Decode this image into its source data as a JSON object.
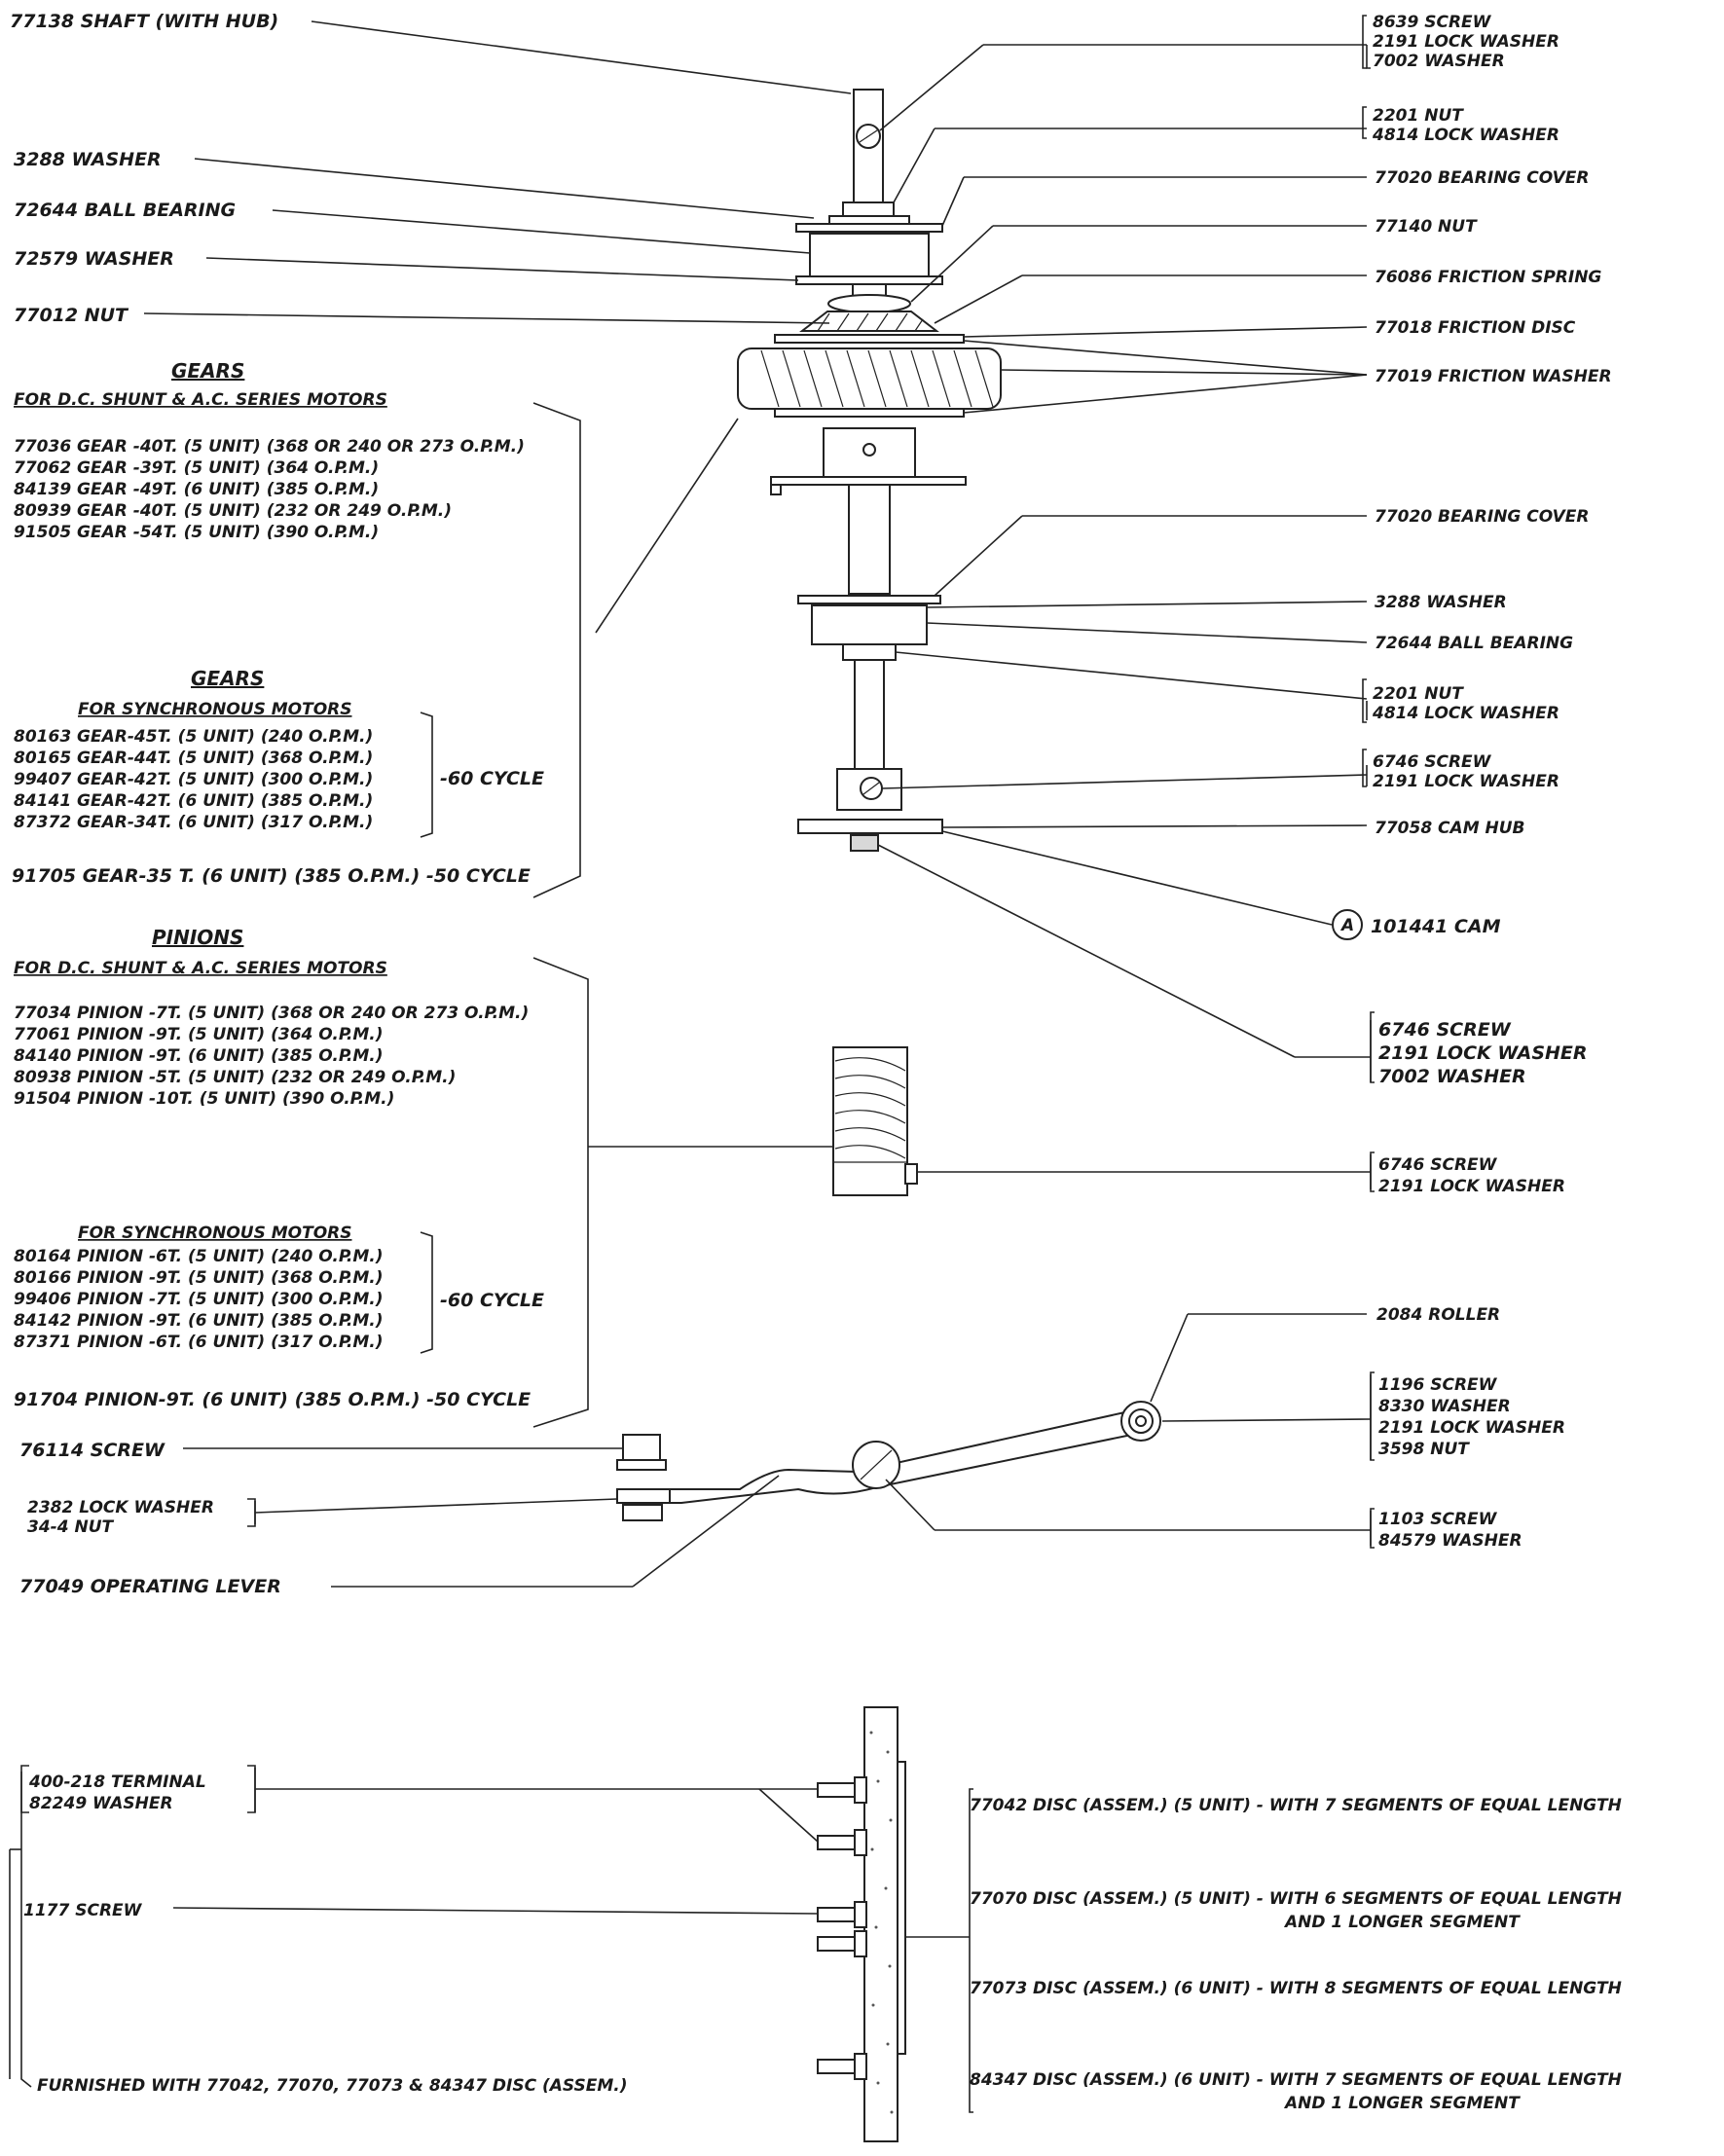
{
  "labels": {
    "shaft": "77138 SHAFT (WITH HUB)",
    "washer_3288_top": "3288 WASHER",
    "ball_bearing_top": "72644 BALL BEARING",
    "washer_72579": "72579 WASHER",
    "nut_77012": "77012 NUT",
    "top_right_group": [
      "8639 SCREW",
      "2191 LOCK WASHER",
      "7002 WASHER"
    ],
    "nut_group_top": [
      "2201 NUT",
      "4814 LOCK WASHER"
    ],
    "bearing_cover_top": "77020 BEARING COVER",
    "nut_77140": "77140 NUT",
    "friction_spring": "76086 FRICTION SPRING",
    "friction_disc": "77018 FRICTION DISC",
    "friction_washer": "77019 FRICTION WASHER",
    "bearing_cover_mid": "77020 BEARING COVER",
    "washer_3288_mid": "3288 WASHER",
    "ball_bearing_mid": "72644 BALL BEARING",
    "nut_group_mid": [
      "2201 NUT",
      "4814 LOCK WASHER"
    ],
    "screw_group_hub": [
      "6746 SCREW",
      "2191 LOCK WASHER"
    ],
    "cam_hub": "77058 CAM HUB",
    "cam_letter": "A",
    "cam": "101441 CAM",
    "cam_screw_group": [
      "6746 SCREW",
      "2191 LOCK WASHER",
      "7002 WASHER"
    ],
    "pinion_screw_group": [
      "6746 SCREW",
      "2191 LOCK WASHER"
    ],
    "roller": "2084 ROLLER",
    "roller_group": [
      "1196 SCREW",
      "8330 WASHER",
      "2191 LOCK WASHER",
      "3598 NUT"
    ],
    "pivot_group": [
      "1103 SCREW",
      "84579 WASHER"
    ],
    "screw_76114": "76114 SCREW",
    "lever_lock_group": [
      "2382 LOCK WASHER",
      "34-4 NUT"
    ],
    "operating_lever": "77049 OPERATING LEVER",
    "terminal_group": [
      "400-218 TERMINAL",
      "82249 WASHER"
    ],
    "screw_1177": "1177 SCREW",
    "furnished": "FURNISHED WITH 77042, 77070, 77073 & 84347 DISC (ASSEM.)"
  },
  "gears": {
    "title": "GEARS",
    "dc_heading": "FOR D.C. SHUNT & A.C. SERIES MOTORS",
    "dc_items": [
      "77036 GEAR -40T. (5 UNIT) (368 OR 240 OR 273 O.P.M.)",
      "77062 GEAR -39T. (5 UNIT) (364 O.P.M.)",
      "84139 GEAR -49T. (6 UNIT) (385 O.P.M.)",
      "80939 GEAR -40T. (5 UNIT) (232 OR 249 O.P.M.)",
      "91505 GEAR -54T. (5 UNIT) (390 O.P.M.)"
    ],
    "sync_title": "GEARS",
    "sync_heading": "FOR SYNCHRONOUS MOTORS",
    "sync_items": [
      "80163 GEAR-45T. (5 UNIT) (240 O.P.M.)",
      "80165 GEAR-44T. (5 UNIT) (368 O.P.M.)",
      "99407 GEAR-42T. (5 UNIT) (300 O.P.M.)",
      "84141 GEAR-42T. (6 UNIT) (385 O.P.M.)",
      "87372 GEAR-34T. (6 UNIT) (317 O.P.M.)"
    ],
    "sync_cycle": "-60 CYCLE",
    "fifty_cycle_item": "91705 GEAR-35 T. (6 UNIT) (385 O.P.M.) -50 CYCLE"
  },
  "pinions": {
    "title": "PINIONS",
    "dc_heading": "FOR D.C. SHUNT & A.C. SERIES MOTORS",
    "dc_items": [
      "77034 PINION -7T. (5 UNIT) (368 OR 240 OR 273 O.P.M.)",
      "77061 PINION -9T. (5 UNIT) (364 O.P.M.)",
      "84140 PINION -9T. (6 UNIT) (385 O.P.M.)",
      "80938 PINION -5T. (5 UNIT) (232 OR 249 O.P.M.)",
      "91504 PINION -10T. (5 UNIT) (390 O.P.M.)"
    ],
    "sync_heading": "FOR SYNCHRONOUS MOTORS",
    "sync_items": [
      "80164 PINION -6T. (5 UNIT) (240 O.P.M.)",
      "80166 PINION -9T. (5 UNIT) (368 O.P.M.)",
      "99406 PINION -7T. (5 UNIT) (300 O.P.M.)",
      "84142 PINION -9T. (6 UNIT) (385 O.P.M.)",
      "87371 PINION -6T. (6 UNIT) (317 O.P.M.)"
    ],
    "sync_cycle": "-60 CYCLE",
    "fifty_cycle_item": "91704 PINION-9T. (6 UNIT) (385 O.P.M.) -50 CYCLE"
  },
  "discs": [
    [
      "77042 DISC (ASSEM.) (5 UNIT) - WITH 7 SEGMENTS OF EQUAL LENGTH"
    ],
    [
      "77070 DISC (ASSEM.) (5 UNIT) - WITH 6 SEGMENTS OF EQUAL LENGTH",
      "AND 1 LONGER SEGMENT"
    ],
    [
      "77073 DISC (ASSEM.) (6 UNIT) - WITH 8 SEGMENTS OF EQUAL LENGTH"
    ],
    [
      "84347 DISC (ASSEM.) (6 UNIT) - WITH 7 SEGMENTS OF EQUAL LENGTH",
      "AND 1 LONGER SEGMENT"
    ]
  ]
}
